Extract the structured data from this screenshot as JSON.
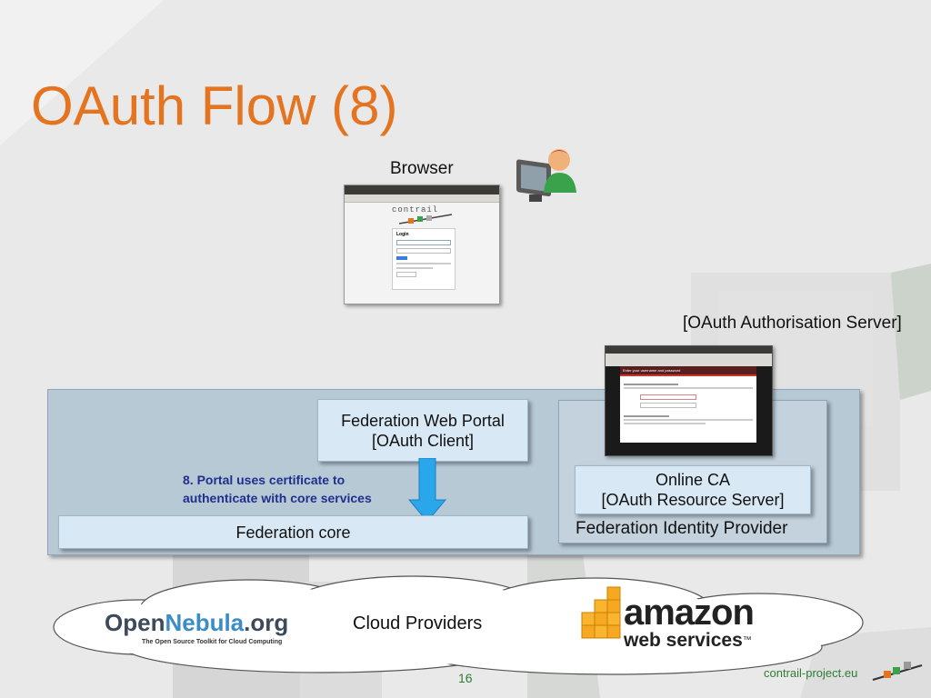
{
  "slide": {
    "title": "OAuth Flow (8)",
    "page_number": "16",
    "footer_url": "contrail-project.eu"
  },
  "browser": {
    "label": "Browser",
    "screenshot_brand": "contrail",
    "login_heading": "Login"
  },
  "auth_server": {
    "label": "[OAuth Authorisation Server]",
    "screenshot_heading": "Enter your username and password"
  },
  "diagram": {
    "web_portal_line1": "Federation Web Portal",
    "web_portal_line2": "[OAuth Client]",
    "note_line1": "8. Portal uses certificate to",
    "note_line2": "authenticate with core services",
    "federation_core": "Federation core",
    "online_ca_line1": "Online CA",
    "online_ca_line2": "[OAuth Resource Server]",
    "identity_provider": "Federation Identity Provider"
  },
  "cloud": {
    "label": "Cloud Providers",
    "opennebula_open": "Open",
    "opennebula_nebula": "Nebula",
    "opennebula_org": ".org",
    "opennebula_tagline": "The Open Source Toolkit for Cloud Computing",
    "amazon_word": "amazon",
    "amazon_sub": "web services",
    "amazon_tm": "™"
  },
  "colors": {
    "title": "#e57421",
    "arrow": "#2aa6ea",
    "note": "#1f2f8c",
    "panel": "#b8c9d6",
    "box": "#d8e8f4"
  }
}
